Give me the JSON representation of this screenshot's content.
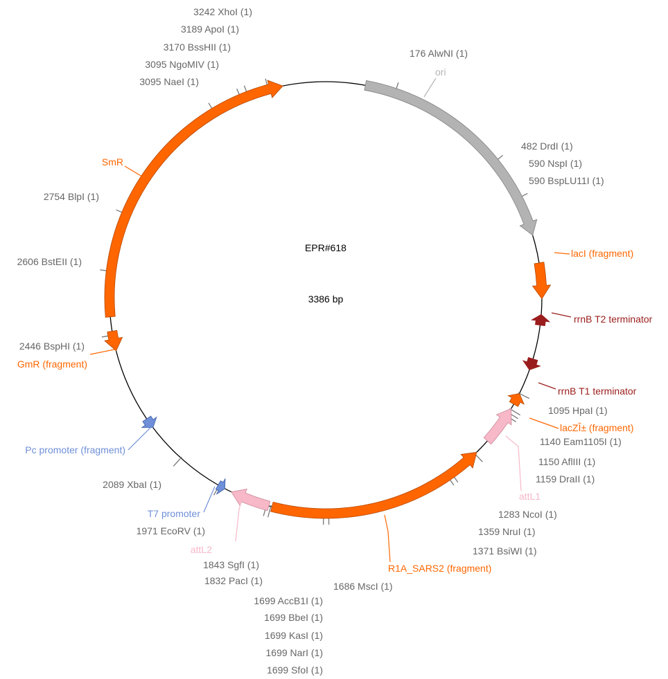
{
  "plasmid": {
    "name": "EPR#618",
    "size_label": "3386 bp",
    "length": 3386
  },
  "colors": {
    "backbone": "#000000",
    "site": "#777777",
    "site_text": "#666666",
    "orange": "#ff6600",
    "orange_dark": "#b34700",
    "gray": "#b3b3b3",
    "gray_dark": "#7f7f7f",
    "darkred": "#9b1c1c",
    "pink": "#f7b8c8",
    "pink_dark": "#c98898",
    "blue": "#6f8fd8",
    "blue_dark": "#3f5fa8"
  },
  "features": [
    {
      "name": "ori",
      "label": "ori",
      "color": "gray",
      "start": 100,
      "end": 689,
      "direction": "cw"
    },
    {
      "name": "laci-fragment",
      "label": "lacI (fragment)",
      "color": "orange",
      "start": 760,
      "end": 850,
      "direction": "cw"
    },
    {
      "name": "rrnb-t2-terminator",
      "label": "rrnB T2 terminator",
      "color": "darkred",
      "start": 889,
      "end": 916,
      "direction": "ccw"
    },
    {
      "name": "rrnb-t1-terminator",
      "label": "rrnB T1 terminator",
      "color": "darkred",
      "start": 1002,
      "end": 1031,
      "direction": "cw"
    },
    {
      "name": "lacz-alpha-fragment",
      "label": "lacZÎ± (fragment)",
      "color": "orange",
      "start": 1095,
      "end": 1125,
      "direction": "ccw"
    },
    {
      "name": "attl1",
      "label": "attL1",
      "color": "pink",
      "start": 1138,
      "end": 1238,
      "direction": "ccw"
    },
    {
      "name": "r1a-sars2-fragment",
      "label": "R1A_SARS2 (fragment)",
      "color": "orange",
      "start": 1277,
      "end": 1829,
      "direction": "ccw"
    },
    {
      "name": "attl2",
      "label": "attL2",
      "color": "pink",
      "start": 1837,
      "end": 1937,
      "direction": "cw"
    },
    {
      "name": "t7-promoter",
      "label": "T7 promoter",
      "color": "blue",
      "start": 1955,
      "end": 1974,
      "direction": "ccw"
    },
    {
      "name": "pc-promoter-fragment",
      "label": "Pc promoter (fragment)",
      "color": "blue",
      "start": 2192,
      "end": 2219,
      "direction": "ccw"
    },
    {
      "name": "gmr-fragment",
      "label": "GmR (fragment)",
      "color": "orange",
      "start": 2406,
      "end": 2456,
      "direction": "ccw"
    },
    {
      "name": "smr",
      "label": "SmR",
      "color": "orange",
      "start": 2492,
      "end": 3279,
      "direction": "cw"
    }
  ],
  "sites": [
    {
      "label": "3242 XhoI (1)",
      "pos": 3242
    },
    {
      "label": "3189 ApoI (1)",
      "pos": 3189
    },
    {
      "label": "3170 BssHII (1)",
      "pos": 3170
    },
    {
      "label": "3095 NgoMIV (1)",
      "pos": 3095
    },
    {
      "label": "3095 NaeI (1)",
      "pos": 3095
    },
    {
      "label": "176 AlwNI (1)",
      "pos": 176
    },
    {
      "label": "482 DrdI (1)",
      "pos": 482
    },
    {
      "label": "590 NspI (1)",
      "pos": 590
    },
    {
      "label": "590 BspLU11I (1)",
      "pos": 590
    },
    {
      "label": "2754 BlpI (1)",
      "pos": 2754
    },
    {
      "label": "2606 BstEII (1)",
      "pos": 2606
    },
    {
      "label": "2446 BspHI (1)",
      "pos": 2446
    },
    {
      "label": "1095 HpaI (1)",
      "pos": 1095
    },
    {
      "label": "1140 Eam1105I (1)",
      "pos": 1140
    },
    {
      "label": "1150 AflIII (1)",
      "pos": 1150
    },
    {
      "label": "1159 DraII (1)",
      "pos": 1159
    },
    {
      "label": "1283 NcoI (1)",
      "pos": 1283
    },
    {
      "label": "1359 NruI (1)",
      "pos": 1359
    },
    {
      "label": "1371 BsiWI (1)",
      "pos": 1371
    },
    {
      "label": "1686 MscI (1)",
      "pos": 1686
    },
    {
      "label": "2089 XbaI (1)",
      "pos": 2089
    },
    {
      "label": "1971 EcoRV (1)",
      "pos": 1971
    },
    {
      "label": "1843 SgfI (1)",
      "pos": 1843
    },
    {
      "label": "1832 PacI (1)",
      "pos": 1832
    },
    {
      "label": "1699 AccB1I (1)",
      "pos": 1699
    },
    {
      "label": "1699 BbeI (1)",
      "pos": 1699
    },
    {
      "label": "1699 KasI (1)",
      "pos": 1699
    },
    {
      "label": "1699 NarI (1)",
      "pos": 1699
    },
    {
      "label": "1699 SfoI (1)",
      "pos": 1699
    }
  ]
}
